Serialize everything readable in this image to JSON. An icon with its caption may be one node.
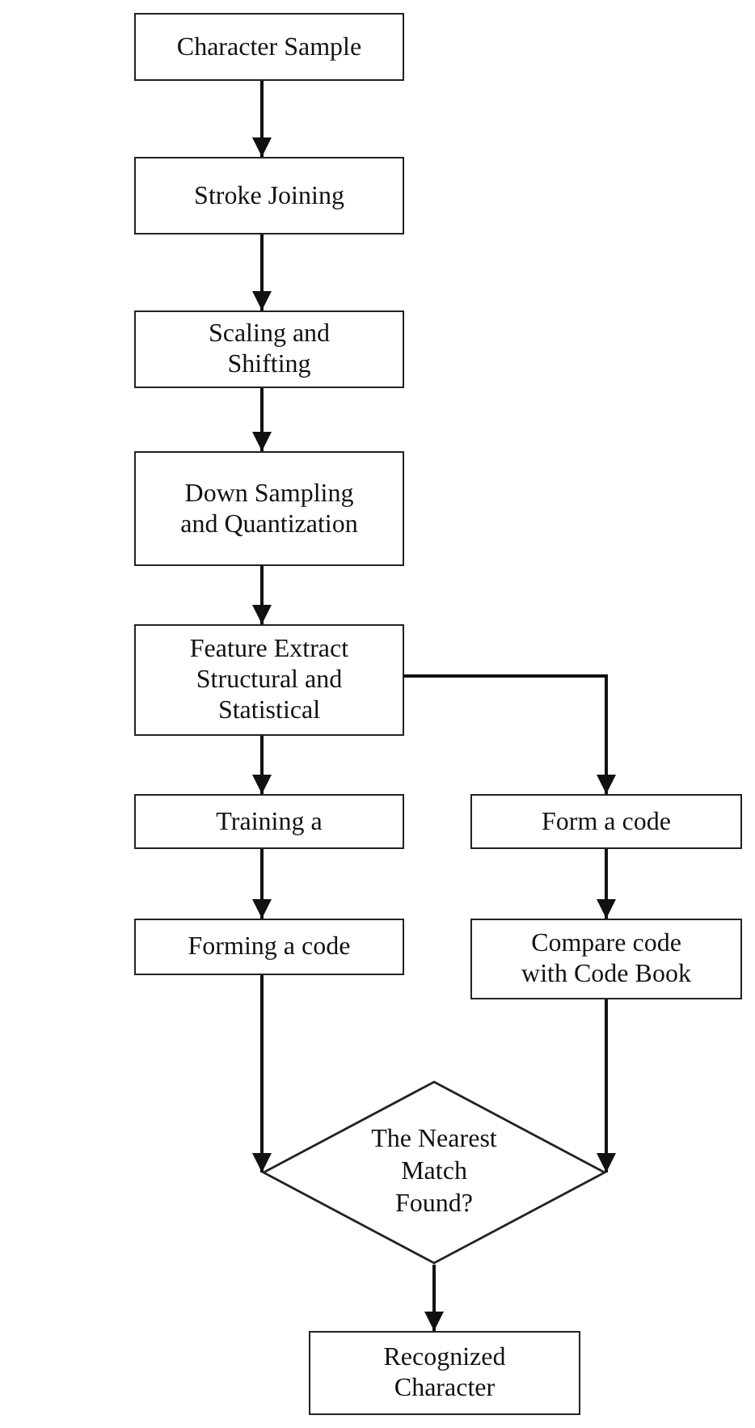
{
  "diagram": {
    "nodes": [
      {
        "text": [
          "Character Sample"
        ]
      },
      {
        "text": [
          "Stroke Joining"
        ]
      },
      {
        "text": [
          "Scaling and Shifting"
        ]
      },
      {
        "text": [
          "Down Sampling and Quantization"
        ]
      },
      {
        "text": [
          "Feature Extract Structural and Statistical"
        ]
      },
      {
        "text": [
          "Training a"
        ]
      },
      {
        "text": [
          "Form a code"
        ]
      },
      {
        "text": [
          "Forming a code"
        ]
      },
      {
        "text": [
          "Compare code with Code Book"
        ]
      },
      {
        "text": [
          "The Nearest Match Found?"
        ]
      },
      {
        "text": [
          "Recognized Character"
        ]
      }
    ],
    "edges": [
      {
        "from": 0,
        "to": 1,
        "arrow": "to"
      },
      {
        "from": 1,
        "to": 2,
        "arrow": "to"
      },
      {
        "from": 2,
        "to": 3,
        "arrow": "to"
      },
      {
        "from": 3,
        "to": 4,
        "arrow": "to"
      },
      {
        "from": 4,
        "to": 5,
        "arrow": "to"
      },
      {
        "from": 4,
        "to": 6,
        "arrow": "to"
      },
      {
        "from": 5,
        "to": 7,
        "arrow": "to"
      },
      {
        "from": 6,
        "to": 8,
        "arrow": "to"
      },
      {
        "from": 7,
        "to": 9,
        "arrow": "to"
      },
      {
        "from": 8,
        "to": 9,
        "arrow": "to"
      },
      {
        "from": 9,
        "to": 10,
        "arrow": "to"
      }
    ]
  }
}
